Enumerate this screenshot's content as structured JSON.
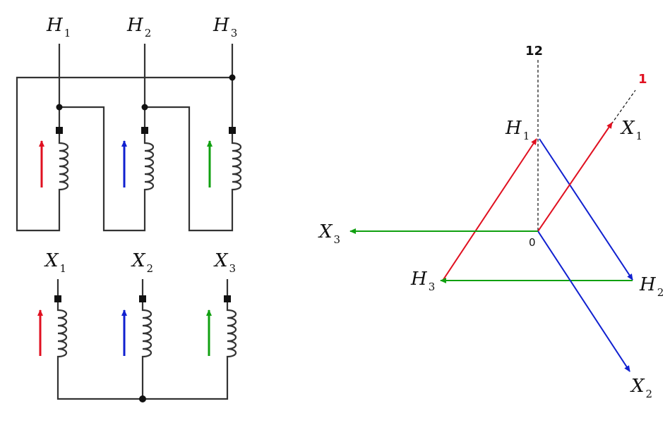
{
  "primary": {
    "terminals": [
      {
        "letter": "H",
        "sub": "1"
      },
      {
        "letter": "H",
        "sub": "2"
      },
      {
        "letter": "H",
        "sub": "3"
      }
    ]
  },
  "secondary": {
    "terminals": [
      {
        "letter": "X",
        "sub": "1"
      },
      {
        "letter": "X",
        "sub": "2"
      },
      {
        "letter": "X",
        "sub": "3"
      }
    ]
  },
  "phasor": {
    "clock_12": "12",
    "clock_1": "1",
    "origin": "0",
    "labels": {
      "H1": {
        "letter": "H",
        "sub": "1"
      },
      "H2": {
        "letter": "H",
        "sub": "2"
      },
      "H3": {
        "letter": "H",
        "sub": "3"
      },
      "X1": {
        "letter": "X",
        "sub": "1"
      },
      "X2": {
        "letter": "X",
        "sub": "2"
      },
      "X3": {
        "letter": "X",
        "sub": "3"
      }
    }
  },
  "colors": {
    "phase1": "#e01020",
    "phase2": "#1020d0",
    "phase3": "#10a010",
    "clock_1": "#e01020",
    "wire": "#333333"
  }
}
